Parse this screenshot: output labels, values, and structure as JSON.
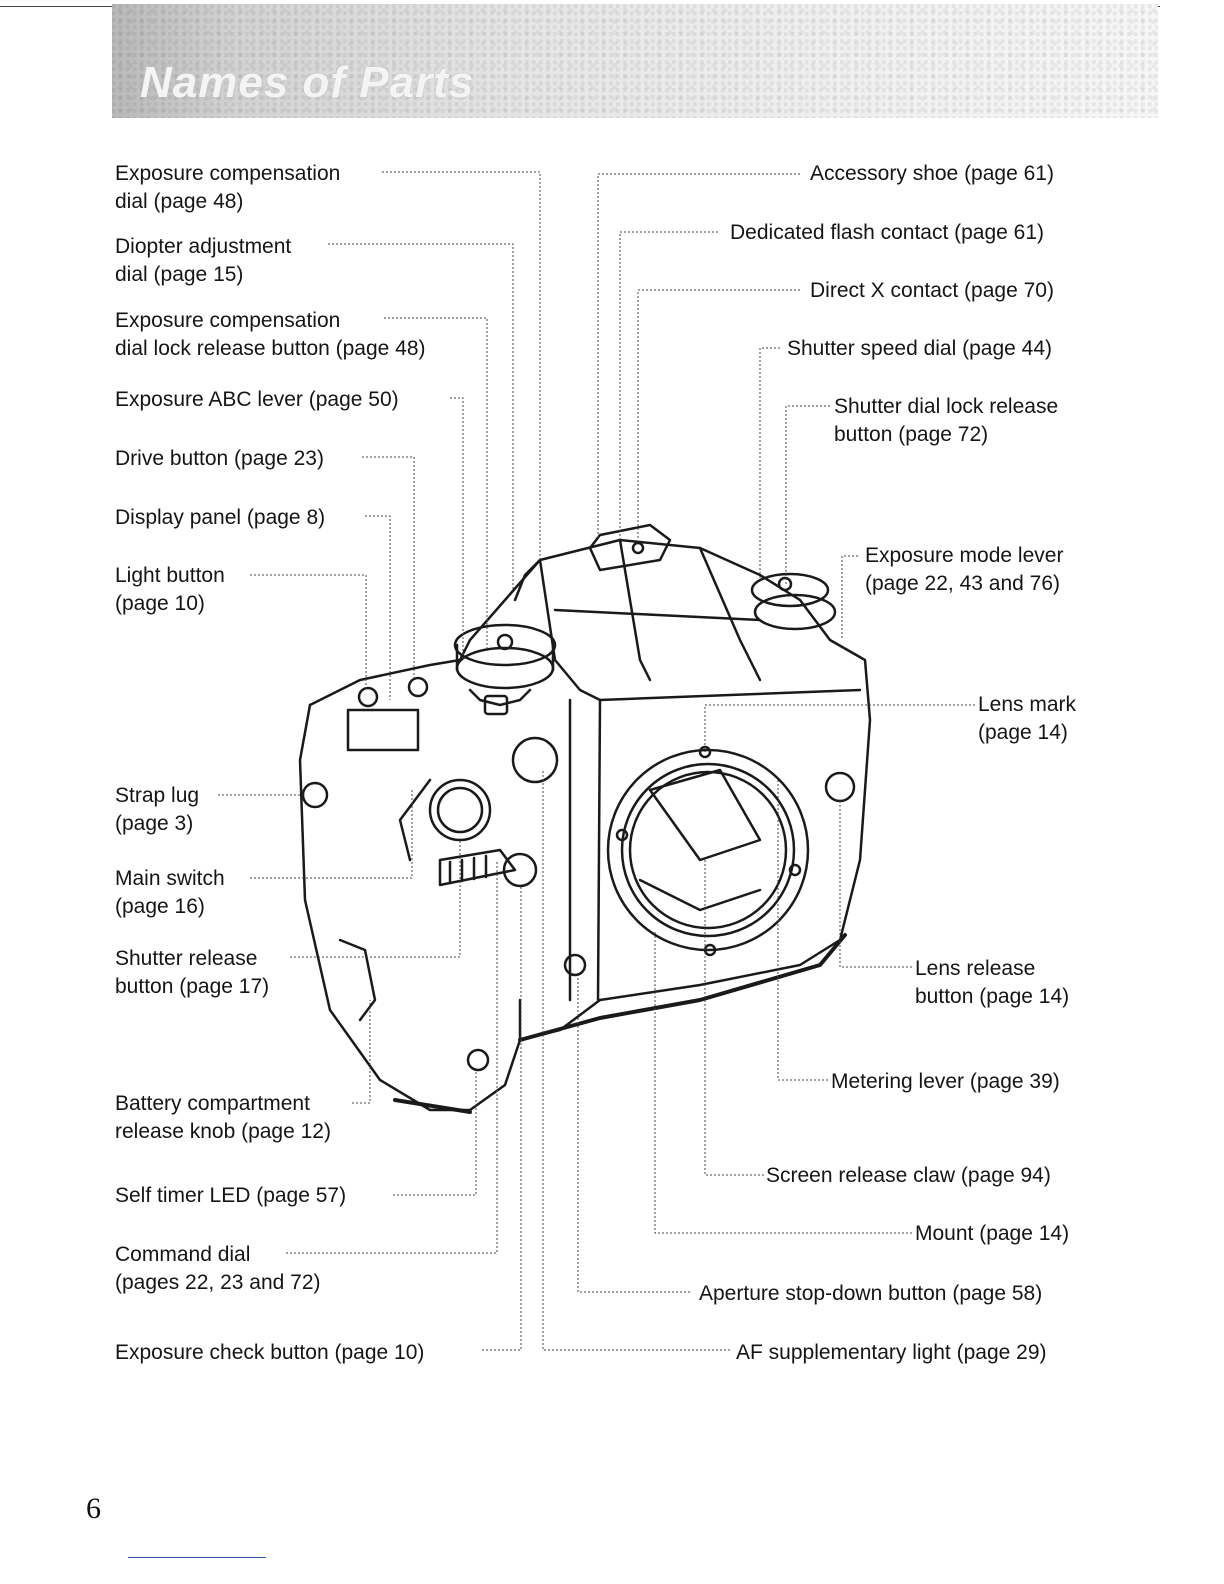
{
  "banner": {
    "title": "Names of Parts"
  },
  "labels": {
    "exposure_comp_dial": [
      "Exposure compensation",
      "dial (page 48)"
    ],
    "diopter_dial": [
      "Diopter adjustment",
      "dial (page 15)"
    ],
    "exposure_comp_lock": [
      "Exposure compensation",
      "dial lock release button (page 48)"
    ],
    "abc_lever": [
      "Exposure ABC lever (page 50)"
    ],
    "drive_button": [
      "Drive button (page 23)"
    ],
    "display_panel": [
      "Display panel (page 8)"
    ],
    "light_button": [
      "Light button",
      "(page 10)"
    ],
    "strap_lug": [
      "Strap lug",
      "(page 3)"
    ],
    "main_switch": [
      "Main switch",
      "(page 16)"
    ],
    "shutter_release": [
      "Shutter release",
      "button (page 17)"
    ],
    "battery_knob": [
      "Battery compartment",
      "release knob (page 12)"
    ],
    "self_timer_led": [
      "Self timer LED (page 57)"
    ],
    "command_dial": [
      "Command dial",
      "(pages 22, 23 and 72)"
    ],
    "exposure_check": [
      "Exposure check button (page 10)"
    ],
    "accessory_shoe": [
      "Accessory shoe (page 61)"
    ],
    "flash_contact": [
      "Dedicated flash contact (page 61)"
    ],
    "direct_x": [
      "Direct X contact (page 70)"
    ],
    "shutter_speed_dial": [
      "Shutter speed dial (page 44)"
    ],
    "shutter_dial_lock": [
      "Shutter dial lock release",
      "button (page 72)"
    ],
    "exposure_mode_lever": [
      "Exposure mode lever",
      "(page 22, 43 and 76)"
    ],
    "lens_mark": [
      "Lens mark",
      "(page 14)"
    ],
    "lens_release": [
      "Lens release",
      "button (page 14)"
    ],
    "metering_lever": [
      "Metering lever (page 39)"
    ],
    "screen_claw": [
      "Screen release claw (page 94)"
    ],
    "mount": [
      "Mount (page 14)"
    ],
    "aperture_stopdown": [
      "Aperture stop-down button (page 58)"
    ],
    "af_light": [
      "AF supplementary light (page 29)"
    ]
  },
  "footer": {
    "page_number": "6"
  }
}
